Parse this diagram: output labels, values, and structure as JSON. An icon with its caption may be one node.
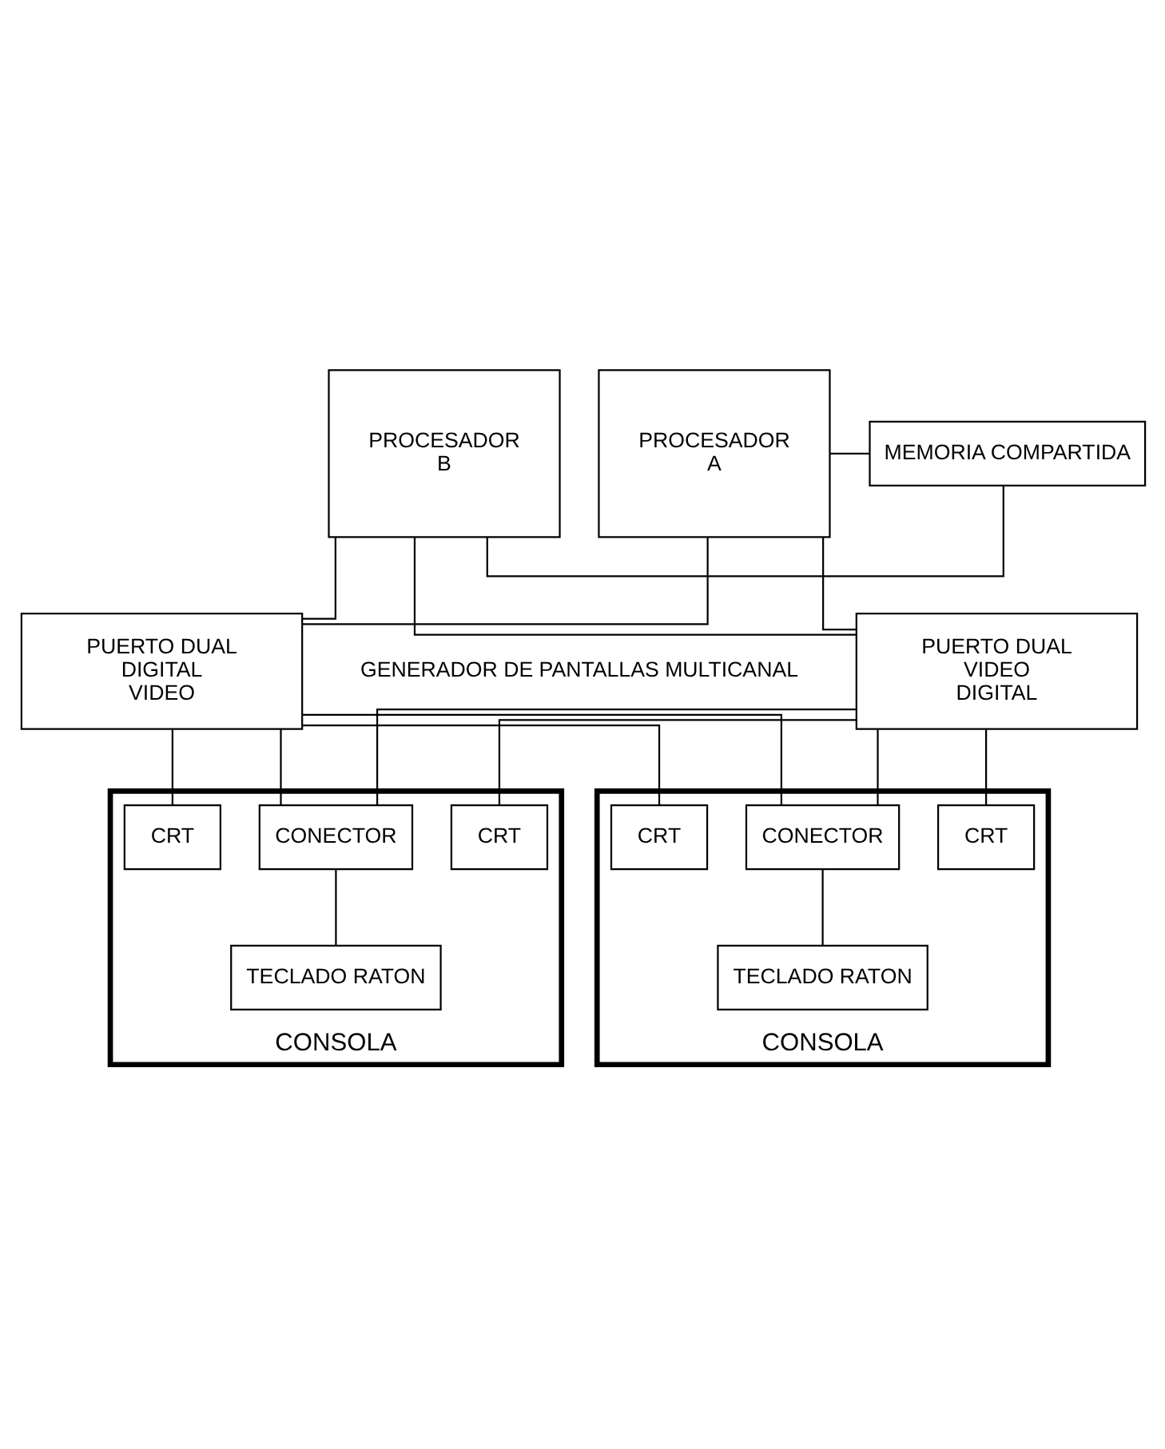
{
  "diagram": {
    "nodes": [
      {
        "text": [
          "PROCESADOR",
          "A"
        ]
      },
      {
        "text": [
          "MEMORIA COMPARTIDA"
        ]
      },
      {
        "text": [
          "PROCESADOR",
          "B"
        ]
      },
      {
        "text": [
          "PUERTO DUAL",
          "DIGITAL",
          "VIDEO"
        ]
      },
      {
        "text": [
          "PUERTO DUAL",
          "VIDEO",
          "DIGITAL"
        ]
      },
      {
        "text": [
          "CONSOLA"
        ]
      },
      {
        "text": [
          "CRT"
        ],
        "in": 5
      },
      {
        "text": [
          "CRT"
        ],
        "in": 5
      },
      {
        "text": [
          "CONECTOR"
        ],
        "in": 5
      },
      {
        "text": [
          "TECLADO RATON"
        ],
        "in": 5
      },
      {
        "text": [
          "CONSOLA"
        ]
      },
      {
        "text": [
          "CRT"
        ],
        "in": 10
      },
      {
        "text": [
          "CRT"
        ],
        "in": 10
      },
      {
        "text": [
          "CONECTOR"
        ],
        "in": 10
      },
      {
        "text": [
          "TECLADO RATON"
        ],
        "in": 10
      }
    ],
    "edges": [
      {
        "from": 0,
        "to": 1,
        "arrow": "none"
      },
      {
        "from": 2,
        "to": 1,
        "arrow": "none"
      },
      {
        "from": 0,
        "to": 3,
        "arrow": "none"
      },
      {
        "from": 0,
        "to": 4,
        "arrow": "none"
      },
      {
        "from": 2,
        "to": 3,
        "arrow": "none"
      },
      {
        "from": 2,
        "to": 4,
        "arrow": "none"
      },
      {
        "from": 3,
        "to": 8,
        "arrow": "none"
      },
      {
        "from": 3,
        "to": 13,
        "arrow": "none"
      },
      {
        "from": 3,
        "to": 6,
        "arrow": "none"
      },
      {
        "from": 3,
        "to": 11,
        "arrow": "none"
      },
      {
        "from": 4,
        "to": 7,
        "arrow": "none"
      },
      {
        "from": 4,
        "to": 12,
        "arrow": "none"
      },
      {
        "from": 4,
        "to": 8,
        "arrow": "none"
      },
      {
        "from": 4,
        "to": 13,
        "arrow": "none"
      },
      {
        "from": 8,
        "to": 9,
        "arrow": "none"
      },
      {
        "from": 13,
        "to": 14,
        "arrow": "none"
      }
    ],
    "labels": [
      "GENERADOR DE PANTALLAS MULTICANAL"
    ]
  }
}
